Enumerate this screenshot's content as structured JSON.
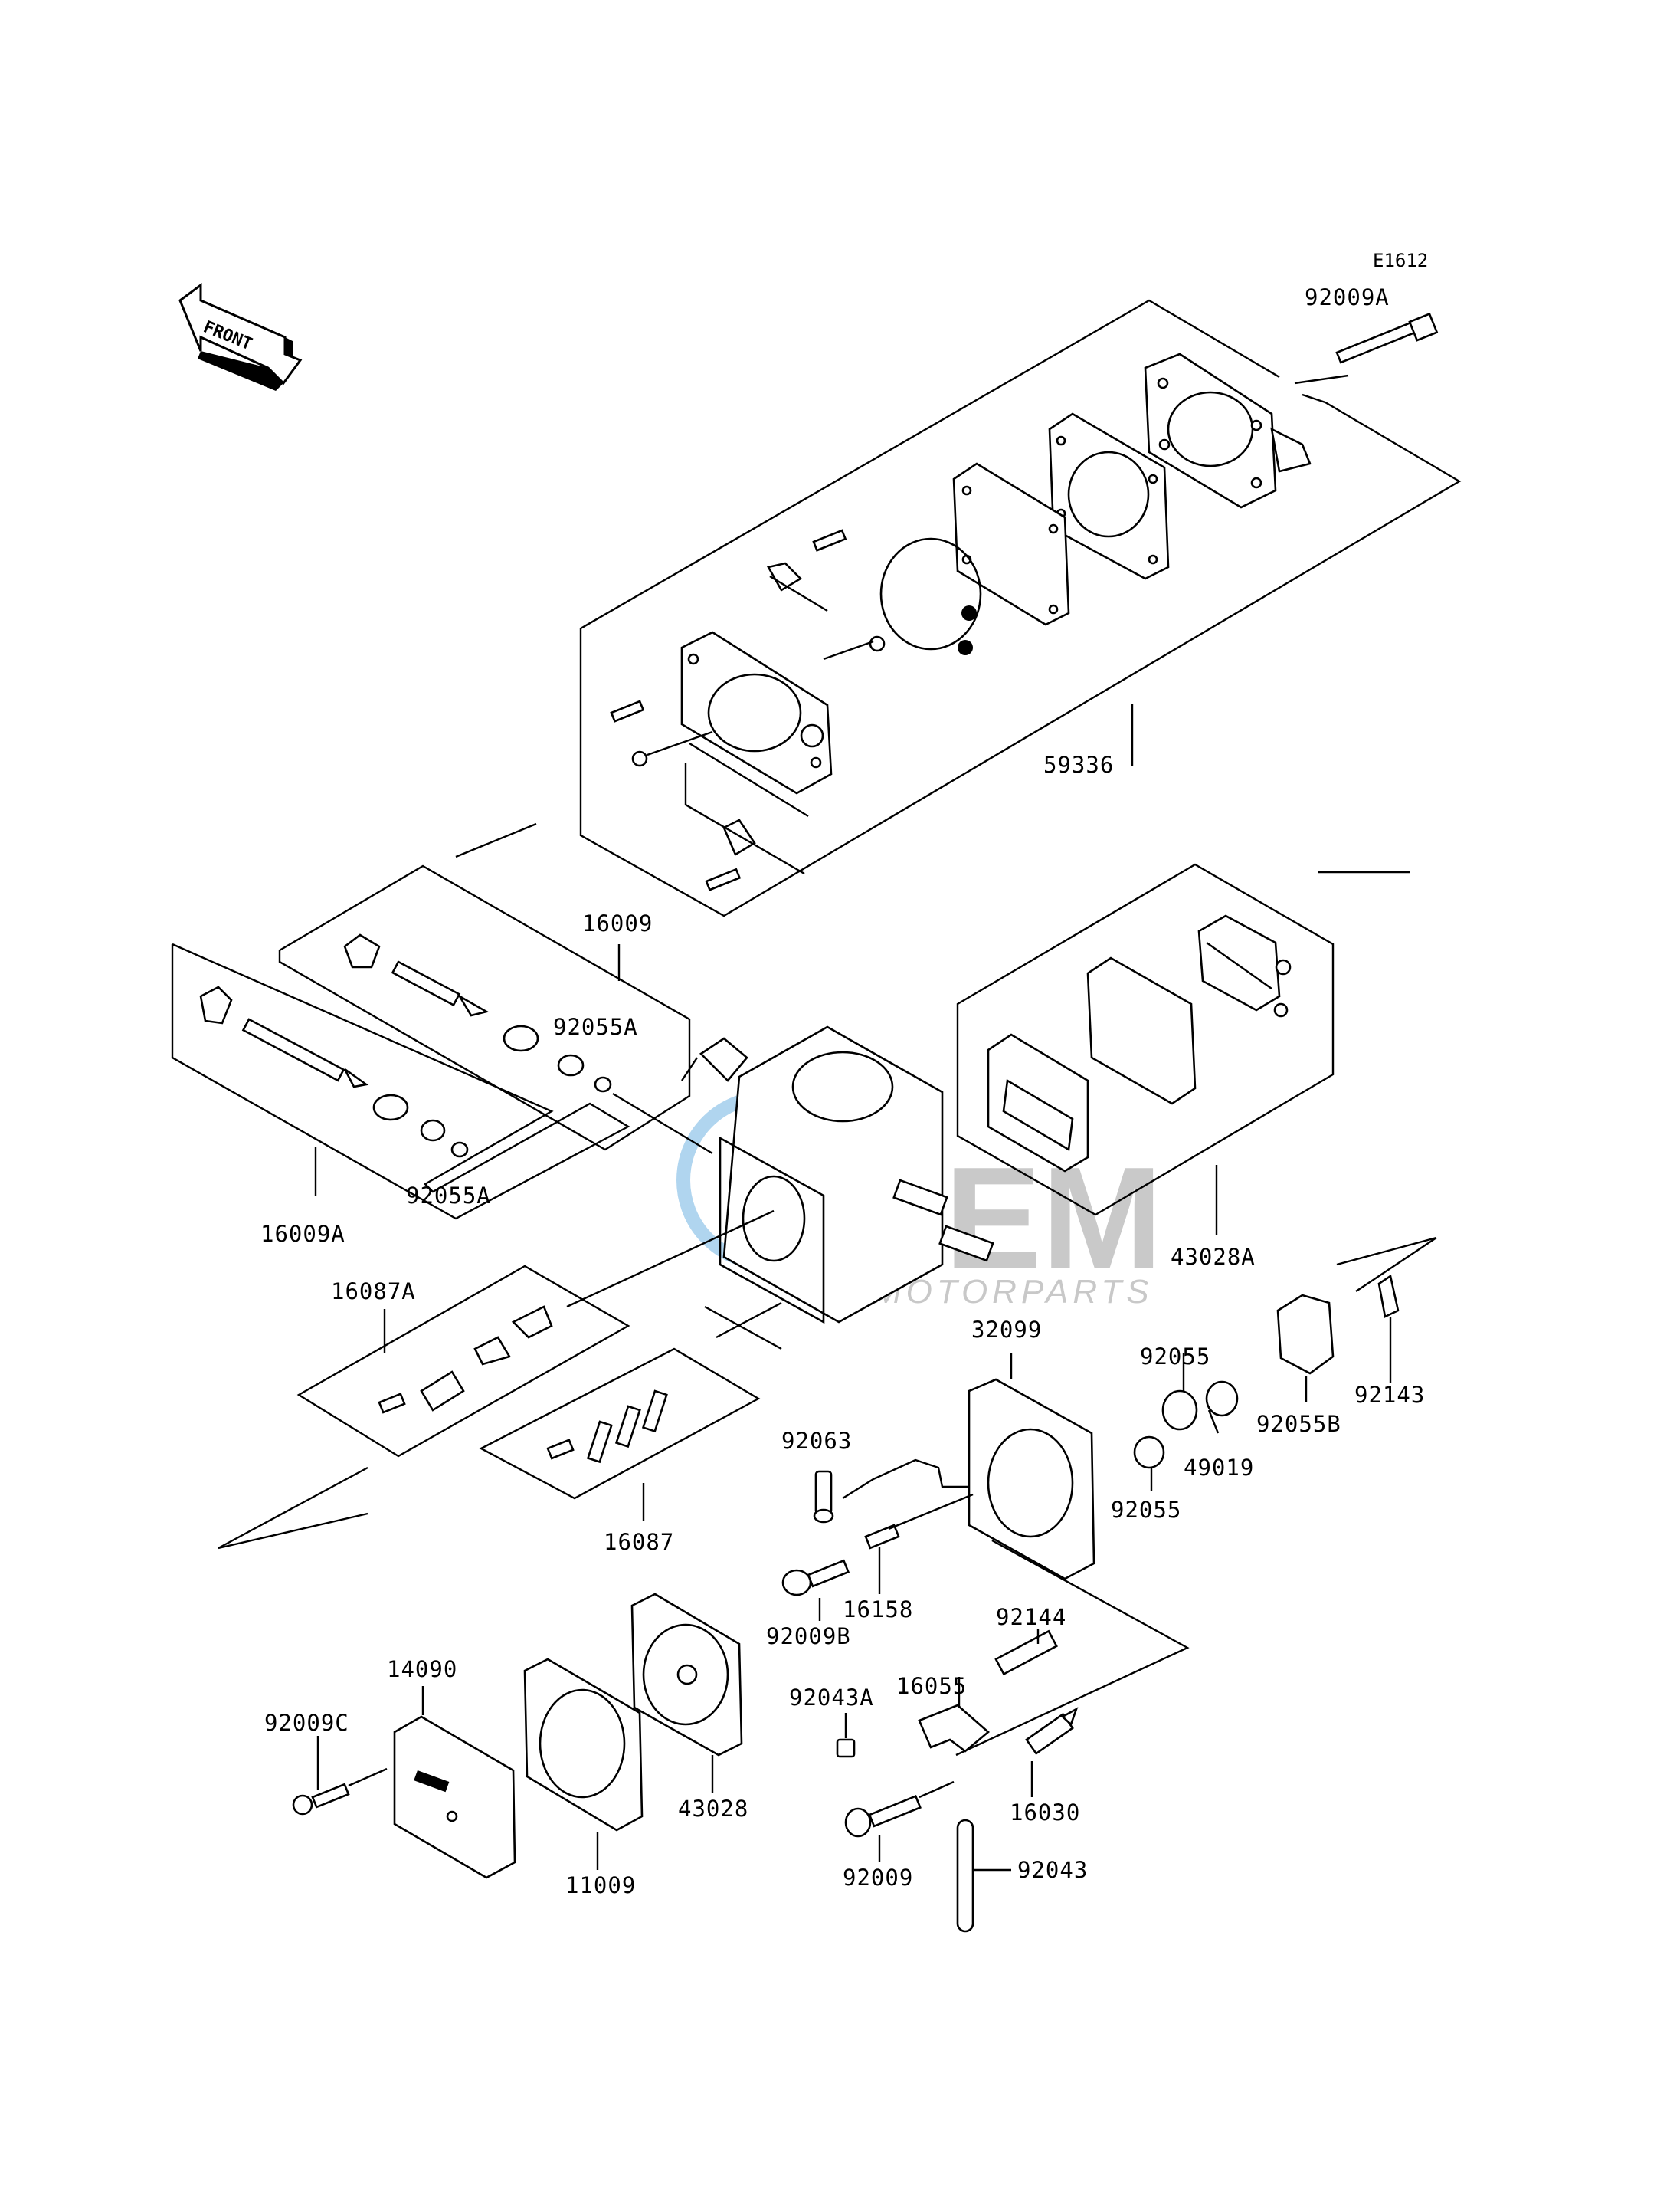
{
  "diagram": {
    "code": "E1612",
    "front_label": "FRONT",
    "watermark": {
      "brand": "GEM",
      "sub": "MOTORPARTS"
    },
    "parts": [
      {
        "id": "p-92009A",
        "label": "92009A"
      },
      {
        "id": "p-59336",
        "label": "59336"
      },
      {
        "id": "p-16009",
        "label": "16009"
      },
      {
        "id": "p-92055A-top",
        "label": "92055A"
      },
      {
        "id": "p-92055A-bot",
        "label": "92055A"
      },
      {
        "id": "p-16009A",
        "label": "16009A"
      },
      {
        "id": "p-43028A",
        "label": "43028A"
      },
      {
        "id": "p-16087A",
        "label": "16087A"
      },
      {
        "id": "p-16087",
        "label": "16087"
      },
      {
        "id": "p-32099",
        "label": "32099"
      },
      {
        "id": "p-92055-top",
        "label": "92055"
      },
      {
        "id": "p-92055-mid",
        "label": "92055"
      },
      {
        "id": "p-49019",
        "label": "49019"
      },
      {
        "id": "p-92055B",
        "label": "92055B"
      },
      {
        "id": "p-92143",
        "label": "92143"
      },
      {
        "id": "p-92063",
        "label": "92063"
      },
      {
        "id": "p-16158",
        "label": "16158"
      },
      {
        "id": "p-92009B",
        "label": "92009B"
      },
      {
        "id": "p-92144",
        "label": "92144"
      },
      {
        "id": "p-16055",
        "label": "16055"
      },
      {
        "id": "p-92043A",
        "label": "92043A"
      },
      {
        "id": "p-16030",
        "label": "16030"
      },
      {
        "id": "p-92043",
        "label": "92043"
      },
      {
        "id": "p-92009",
        "label": "92009"
      },
      {
        "id": "p-14090",
        "label": "14090"
      },
      {
        "id": "p-92009C",
        "label": "92009C"
      },
      {
        "id": "p-11009",
        "label": "11009"
      },
      {
        "id": "p-43028",
        "label": "43028"
      }
    ]
  }
}
